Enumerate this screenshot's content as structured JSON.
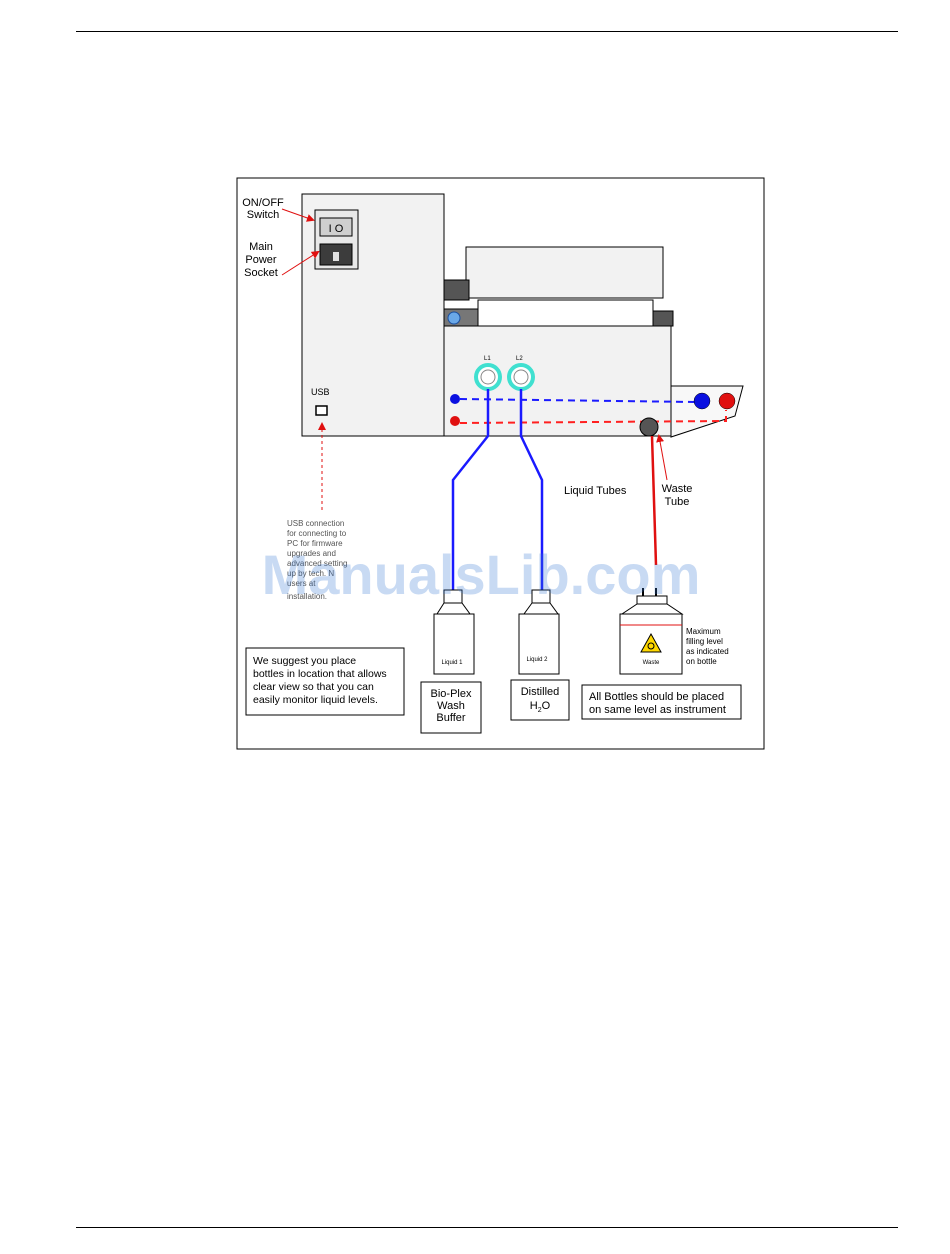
{
  "page": {
    "watermark": "ManualsLib.com"
  },
  "diagram": {
    "labels": {
      "onoff_line1": "ON/OFF",
      "onoff_line2": "Switch",
      "switch_symbol": "I O",
      "power_line1": "Main",
      "power_line2": "Power",
      "power_line3": "Socket",
      "usb": "USB",
      "usb_note": [
        "USB connection",
        "for connecting to",
        "PC for firmware",
        "upgrades and",
        "advanced setting",
        "up by tech. N",
        "users at",
        "installation."
      ],
      "port_l1": "L1",
      "port_l2": "L2",
      "liquid_tubes": "Liquid Tubes",
      "waste_tube_line1": "Waste",
      "waste_tube_line2": "Tube",
      "bottle1": "Liquid 1",
      "bottle2": "Liquid 2",
      "bottle3": "Waste",
      "max_fill": [
        "Maximum",
        "filling level",
        "as indicated",
        "on bottle"
      ],
      "suggest_note": [
        "We suggest you place",
        "bottles in location that allows",
        "clear view so that you can",
        "easily monitor liquid levels."
      ],
      "bioplex": [
        "Bio-Plex",
        "Wash",
        "Buffer"
      ],
      "distilled": "Distilled",
      "h2o_h": "H",
      "h2o_sub": "2",
      "h2o_o": "O",
      "all_bottles": [
        "All Bottles should be placed",
        "on same level as instrument"
      ]
    },
    "colors": {
      "blue_tube": "#1a1aff",
      "red_tube": "#ff2020",
      "blue_dot": "#0a10e0",
      "red_dot": "#e01010",
      "port_ring": "#40e0d0",
      "grey_panel": "#f0f0f0",
      "dark_block": "#555555",
      "hazard": "#ffd800"
    }
  }
}
